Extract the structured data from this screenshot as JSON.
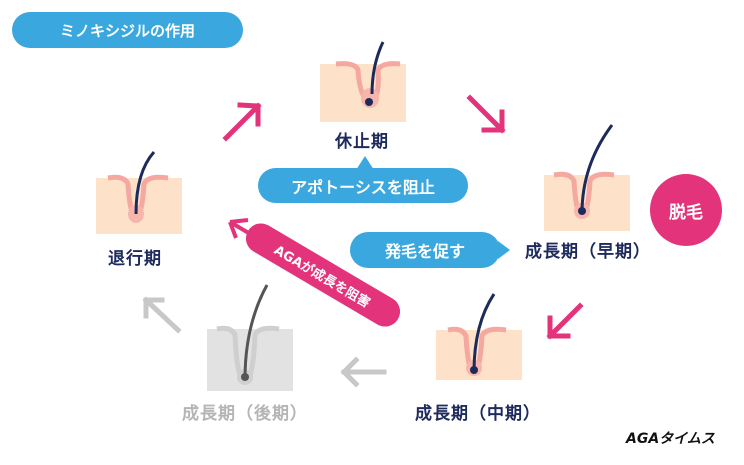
{
  "title": "ミノキシジルの作用",
  "stages": {
    "resting": "休止期",
    "early_growth": "成長期（早期）",
    "mid_growth": "成長期（中期）",
    "late_growth": "成長期（後期）",
    "regression": "退行期"
  },
  "callouts": {
    "block_apoptosis": "アポトーシスを阻止",
    "promote_growth": "発毛を促す",
    "hair_loss": "脱毛",
    "aga_inhibit": "AGAが成長を阻害"
  },
  "logo": "AGAタイムス",
  "colors": {
    "blue": "#3aa8df",
    "pink": "#e3337a",
    "navy": "#1d2a5c",
    "skin": "#fde1c9",
    "gray": "#bdbdbd"
  }
}
